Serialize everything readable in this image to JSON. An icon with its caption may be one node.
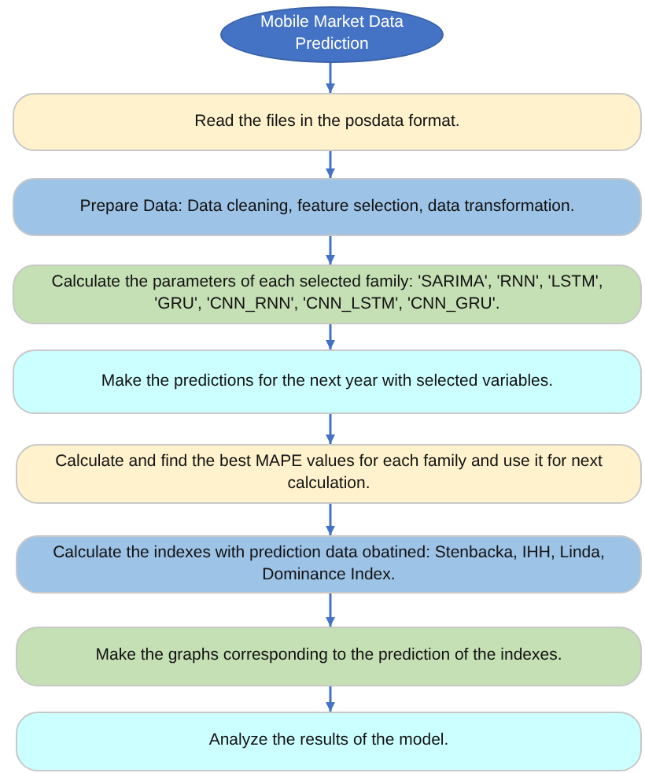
{
  "diagram": {
    "nodes": [
      {
        "text": [
          "Mobile Market Data Prediction"
        ]
      },
      {
        "text": [
          "Read the files in the posdata format."
        ]
      },
      {
        "text": [
          "Prepare Data: Data cleaning, feature selection, data transformation."
        ]
      },
      {
        "text": [
          "Calculate the parameters of each selected family: 'SARIMA', 'RNN', 'LSTM', 'GRU', 'CNN_RNN', 'CNN_LSTM', 'CNN_GRU'."
        ]
      },
      {
        "text": [
          "Make the predictions for the next year with selected variables."
        ]
      },
      {
        "text": [
          "Calculate and find the best MAPE values for each family and use it for next calculation."
        ]
      },
      {
        "text": [
          "Calculate the indexes with prediction data obatined: Stenbacka, IHH, Linda, Dominance Index."
        ]
      },
      {
        "text": [
          "Make the graphs corresponding to the prediction of the indexes."
        ]
      },
      {
        "text": [
          "Analyze the results of the model."
        ]
      }
    ],
    "edges": [
      {
        "from": 0,
        "to": 1,
        "arrow": "to"
      },
      {
        "from": 1,
        "to": 2,
        "arrow": "to"
      },
      {
        "from": 2,
        "to": 3,
        "arrow": "to"
      },
      {
        "from": 3,
        "to": 4,
        "arrow": "to"
      },
      {
        "from": 4,
        "to": 5,
        "arrow": "to"
      },
      {
        "from": 5,
        "to": 6,
        "arrow": "to"
      },
      {
        "from": 6,
        "to": 7,
        "arrow": "to"
      },
      {
        "from": 7,
        "to": 8,
        "arrow": "to"
      }
    ]
  }
}
